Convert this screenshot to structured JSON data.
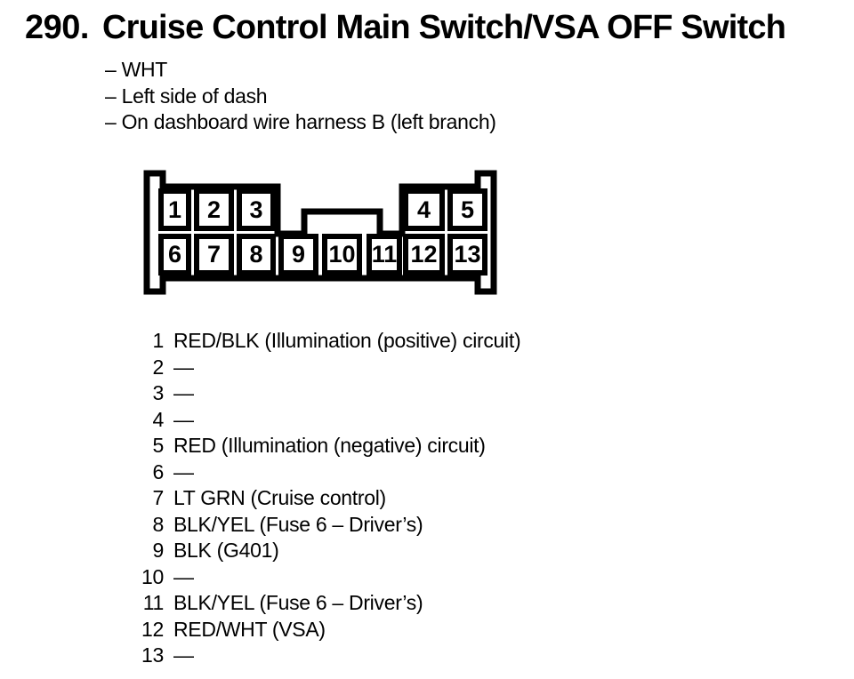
{
  "header": {
    "number": "290.",
    "title": "Cruise Control Main Switch/VSA OFF Switch",
    "notes": [
      "– WHT",
      "– Left side of dash",
      "– On dashboard wire harness B (left branch)"
    ]
  },
  "connector": {
    "description": "13-cavity connector, front view",
    "pins": [
      "1",
      "2",
      "3",
      "4",
      "5",
      "6",
      "7",
      "8",
      "9",
      "10",
      "11",
      "12",
      "13"
    ]
  },
  "pin_table": {
    "rows": [
      {
        "pin": "1",
        "desc": "RED/BLK (Illumination (positive) circuit)"
      },
      {
        "pin": "2",
        "desc": "—"
      },
      {
        "pin": "3",
        "desc": "—"
      },
      {
        "pin": "4",
        "desc": "—"
      },
      {
        "pin": "5",
        "desc": "RED (Illumination (negative) circuit)"
      },
      {
        "pin": "6",
        "desc": "—"
      },
      {
        "pin": "7",
        "desc": "LT GRN (Cruise control)"
      },
      {
        "pin": "8",
        "desc": "BLK/YEL (Fuse 6 – Driver’s)"
      },
      {
        "pin": "9",
        "desc": "BLK (G401)"
      },
      {
        "pin": "10",
        "desc": "—"
      },
      {
        "pin": "11",
        "desc": "BLK/YEL (Fuse 6 – Driver’s)"
      },
      {
        "pin": "12",
        "desc": "RED/WHT (VSA)"
      },
      {
        "pin": "13",
        "desc": "—"
      }
    ]
  }
}
